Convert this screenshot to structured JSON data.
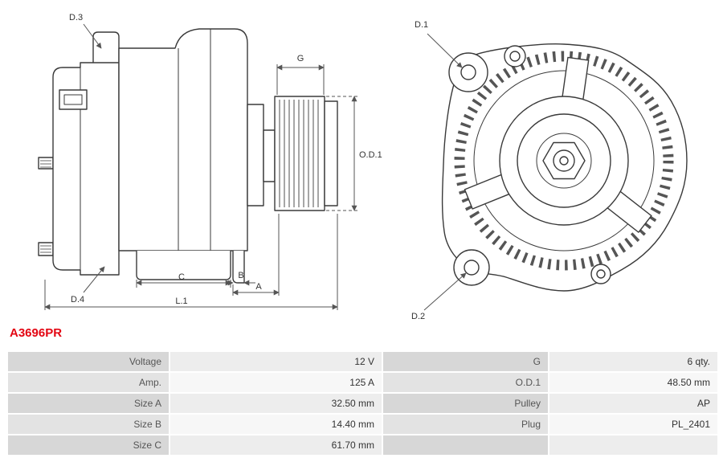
{
  "part_number": "A3696PR",
  "colors": {
    "accent_red": "#e30613",
    "line_color": "#3a3a3a",
    "dimension_color": "#555555",
    "table_label_bg": "#d7d7d7",
    "table_value_bg": "#ededed"
  },
  "drawing": {
    "left_view_labels": {
      "d3": "D.3",
      "g": "G",
      "od1": "O.D.1",
      "d4": "D.4",
      "c": "C",
      "b": "B",
      "a": "A",
      "l1": "L.1"
    },
    "right_view_labels": {
      "d1": "D.1",
      "d2": "D.2"
    }
  },
  "table": {
    "rows": [
      {
        "label_left": "Voltage",
        "value_left": "12 V",
        "label_right": "G",
        "value_right": "6 qty."
      },
      {
        "label_left": "Amp.",
        "value_left": "125 A",
        "label_right": "O.D.1",
        "value_right": "48.50 mm"
      },
      {
        "label_left": "Size A",
        "value_left": "32.50 mm",
        "label_right": "Pulley",
        "value_right": "AP"
      },
      {
        "label_left": "Size B",
        "value_left": "14.40 mm",
        "label_right": "Plug",
        "value_right": "PL_2401"
      },
      {
        "label_left": "Size C",
        "value_left": "61.70 mm",
        "label_right": "",
        "value_right": ""
      }
    ]
  }
}
